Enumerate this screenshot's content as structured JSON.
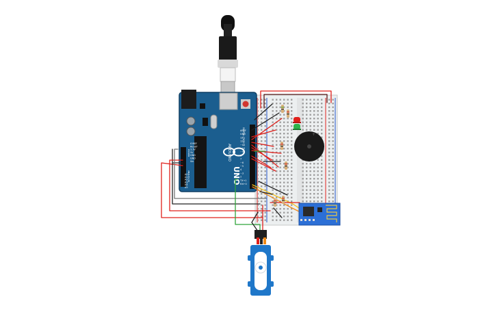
{
  "board": {
    "brand": "ARDUINO",
    "model": "UNO",
    "power_labels": [
      "IOREF",
      "RESET",
      "3.3V",
      "5V",
      "GND",
      "GND",
      "Vin"
    ],
    "analog_labels": [
      "A0",
      "A1",
      "A2",
      "A3",
      "A4",
      "A5"
    ],
    "digital_labels": [
      "AREF",
      "GND",
      "13",
      "12",
      "~11",
      "~10",
      "~9",
      "8",
      "7",
      "~6",
      "~5",
      "4",
      "~3",
      "2",
      "TX→1",
      "RX←0"
    ],
    "header_power": "POWER",
    "header_analog": "ANALOG IN",
    "header_digital": "DIGITAL (PWM~)"
  },
  "colors": {
    "board_blue": "#1b5e8f",
    "wire_red": "#e0201b",
    "wire_black": "#222222",
    "wire_green": "#2fa53a",
    "wire_yellow": "#f2c01a",
    "wire_orange": "#f08a18",
    "esp_blue": "#2c6fd6",
    "servo_blue": "#1f77c9"
  },
  "components": [
    "arduino-uno",
    "breadboard",
    "usb-cable",
    "red-led",
    "green-led",
    "piezo-buzzer",
    "esp-8266-module",
    "micro-servo",
    "resistors"
  ]
}
